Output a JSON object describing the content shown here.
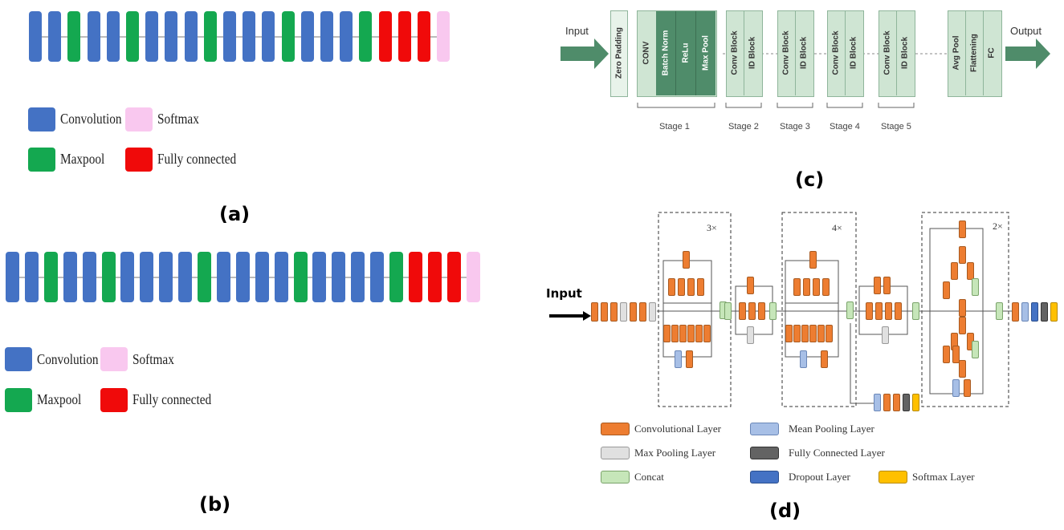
{
  "colors": {
    "convolution": "#4472c4",
    "maxpool": "#14a850",
    "fully_connected": "#f00a0a",
    "softmax": "#f9c8ef",
    "resnet_light": "#cfe5d3",
    "resnet_dark": "#4f8c6a",
    "inc_conv": "#ed7d31",
    "inc_maxpool": "#e0e0e0",
    "inc_concat": "#c6e6b9",
    "inc_meanpool": "#a7bfe6",
    "inc_fc": "#636363",
    "inc_dropout": "#4472c4",
    "inc_softmax": "#ffc000"
  },
  "panel_a": {
    "caption": "(a)",
    "sequence": [
      "conv",
      "conv",
      "maxpool",
      "conv",
      "conv",
      "maxpool",
      "conv",
      "conv",
      "conv",
      "maxpool",
      "conv",
      "conv",
      "conv",
      "maxpool",
      "conv",
      "conv",
      "conv",
      "maxpool",
      "fc",
      "fc",
      "fc",
      "softmax"
    ],
    "legend": {
      "convolution": "Convolution",
      "softmax": "Softmax",
      "maxpool": "Maxpool",
      "fully_connected": "Fully connected"
    }
  },
  "panel_b": {
    "caption": "(b)",
    "sequence": [
      "conv",
      "conv",
      "maxpool",
      "conv",
      "conv",
      "maxpool",
      "conv",
      "conv",
      "conv",
      "conv",
      "maxpool",
      "conv",
      "conv",
      "conv",
      "conv",
      "maxpool",
      "conv",
      "conv",
      "conv",
      "conv",
      "maxpool",
      "fc",
      "fc",
      "fc",
      "softmax"
    ],
    "legend": {
      "convolution": "Convolution",
      "softmax": "Softmax",
      "maxpool": "Maxpool",
      "fully_connected": "Fully connected"
    }
  },
  "panel_c": {
    "caption": "(c)",
    "input_label": "Input",
    "output_label": "Output",
    "zero_padding": "Zero Padding",
    "conv": "CONV",
    "batch_norm": "Batch Norm",
    "relu": "ReLu",
    "max_pool": "Max Pool",
    "conv_block": "Conv Block",
    "id_block": "ID Block",
    "avg_pool": "Avg Pool",
    "flattening": "Flattening",
    "fc": "FC",
    "stages": [
      "Stage 1",
      "Stage 2",
      "Stage 3",
      "Stage 4",
      "Stage 5"
    ]
  },
  "panel_d": {
    "caption": "(d)",
    "input_label": "Input",
    "repeat_labels": [
      "3×",
      "4×",
      "2×"
    ],
    "legend": {
      "conv": "Convolutional Layer",
      "maxpool": "Max Pooling Layer",
      "concat": "Concat",
      "meanpool": "Mean Pooling Layer",
      "fc": "Fully Connected Layer",
      "dropout": "Dropout Layer",
      "softmax": "Softmax Layer"
    }
  }
}
